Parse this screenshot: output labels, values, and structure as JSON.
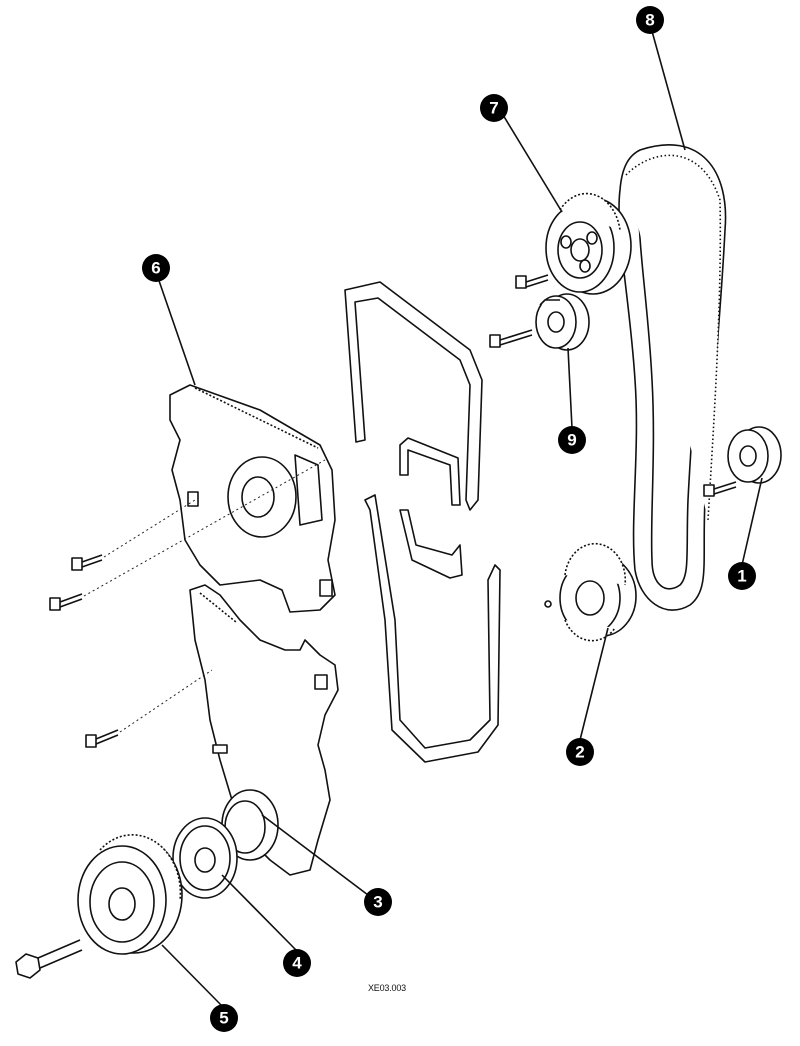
{
  "figure": {
    "reference_code": "XE03.003",
    "callouts": [
      {
        "id": "callout-1",
        "label": "1"
      },
      {
        "id": "callout-2",
        "label": "2"
      },
      {
        "id": "callout-3",
        "label": "3"
      },
      {
        "id": "callout-4",
        "label": "4"
      },
      {
        "id": "callout-5",
        "label": "5"
      },
      {
        "id": "callout-6",
        "label": "6"
      },
      {
        "id": "callout-7",
        "label": "7"
      },
      {
        "id": "callout-8",
        "label": "8"
      },
      {
        "id": "callout-9",
        "label": "9"
      }
    ],
    "colors": {
      "line": "#111111",
      "callout_fill": "#000000",
      "background": "#ffffff"
    }
  }
}
